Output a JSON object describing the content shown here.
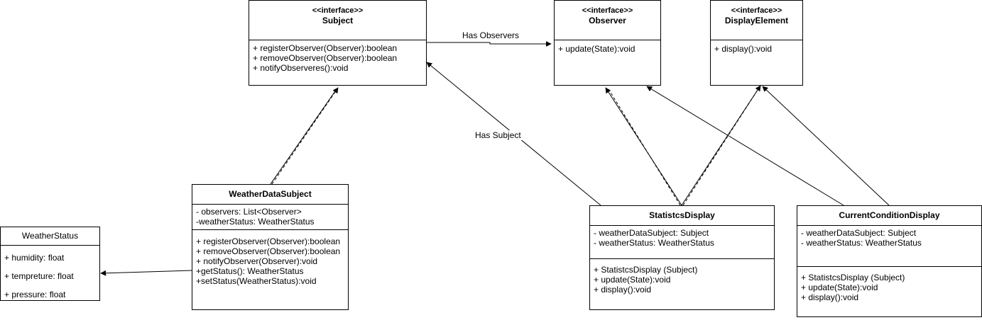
{
  "classes": {
    "subject": {
      "stereotype": "<<interface>>",
      "name": "Subject",
      "methods": [
        "+ registerObserver(Observer):boolean",
        "+ removeObserver(Observer):boolean",
        "+ notifyObserveres():void"
      ]
    },
    "observer": {
      "stereotype": "<<interface>>",
      "name": "Observer",
      "methods": [
        "+ update(State):void"
      ]
    },
    "display_element": {
      "stereotype": "<<interface>>",
      "name": "DisplayElement",
      "methods": [
        "+ display():void"
      ]
    },
    "weather_data_subject": {
      "name": "WeatherDataSubject",
      "attributes": [
        "- observers: List<Observer>",
        "-weatherStatus: WeatherStatus"
      ],
      "methods": [
        "+ registerObserver(Observer):boolean",
        "+ removeObserver(Observer):boolean",
        "+ notifyObserver(Observer):void",
        "+getStatus(): WeatherStatus",
        "+setStatus(WeatherStatus):void"
      ]
    },
    "weather_status": {
      "name": "WeatherStatus",
      "attributes": [
        "+ humidity: float",
        "+ tempreture: float",
        "+ pressure: float"
      ]
    },
    "statistics_display": {
      "name": "StatistcsDisplay",
      "attributes": [
        "- weatherDataSubject: Subject",
        "- weatherStatus: WeatherStatus"
      ],
      "methods": [
        "+ StatistcsDisplay (Subject)",
        "+ update(State):void",
        "+ display():void"
      ]
    },
    "current_condition_display": {
      "name": "CurrentConditionDisplay",
      "attributes": [
        "- weatherDataSubject: Subject",
        "- weatherStatus: WeatherStatus"
      ],
      "methods": [
        "+ StatistcsDisplay (Subject)",
        "+ update(State):void",
        "+ display():void"
      ]
    }
  },
  "relations": {
    "has_observers": "Has Observers",
    "has_subject": "Has Subject"
  }
}
